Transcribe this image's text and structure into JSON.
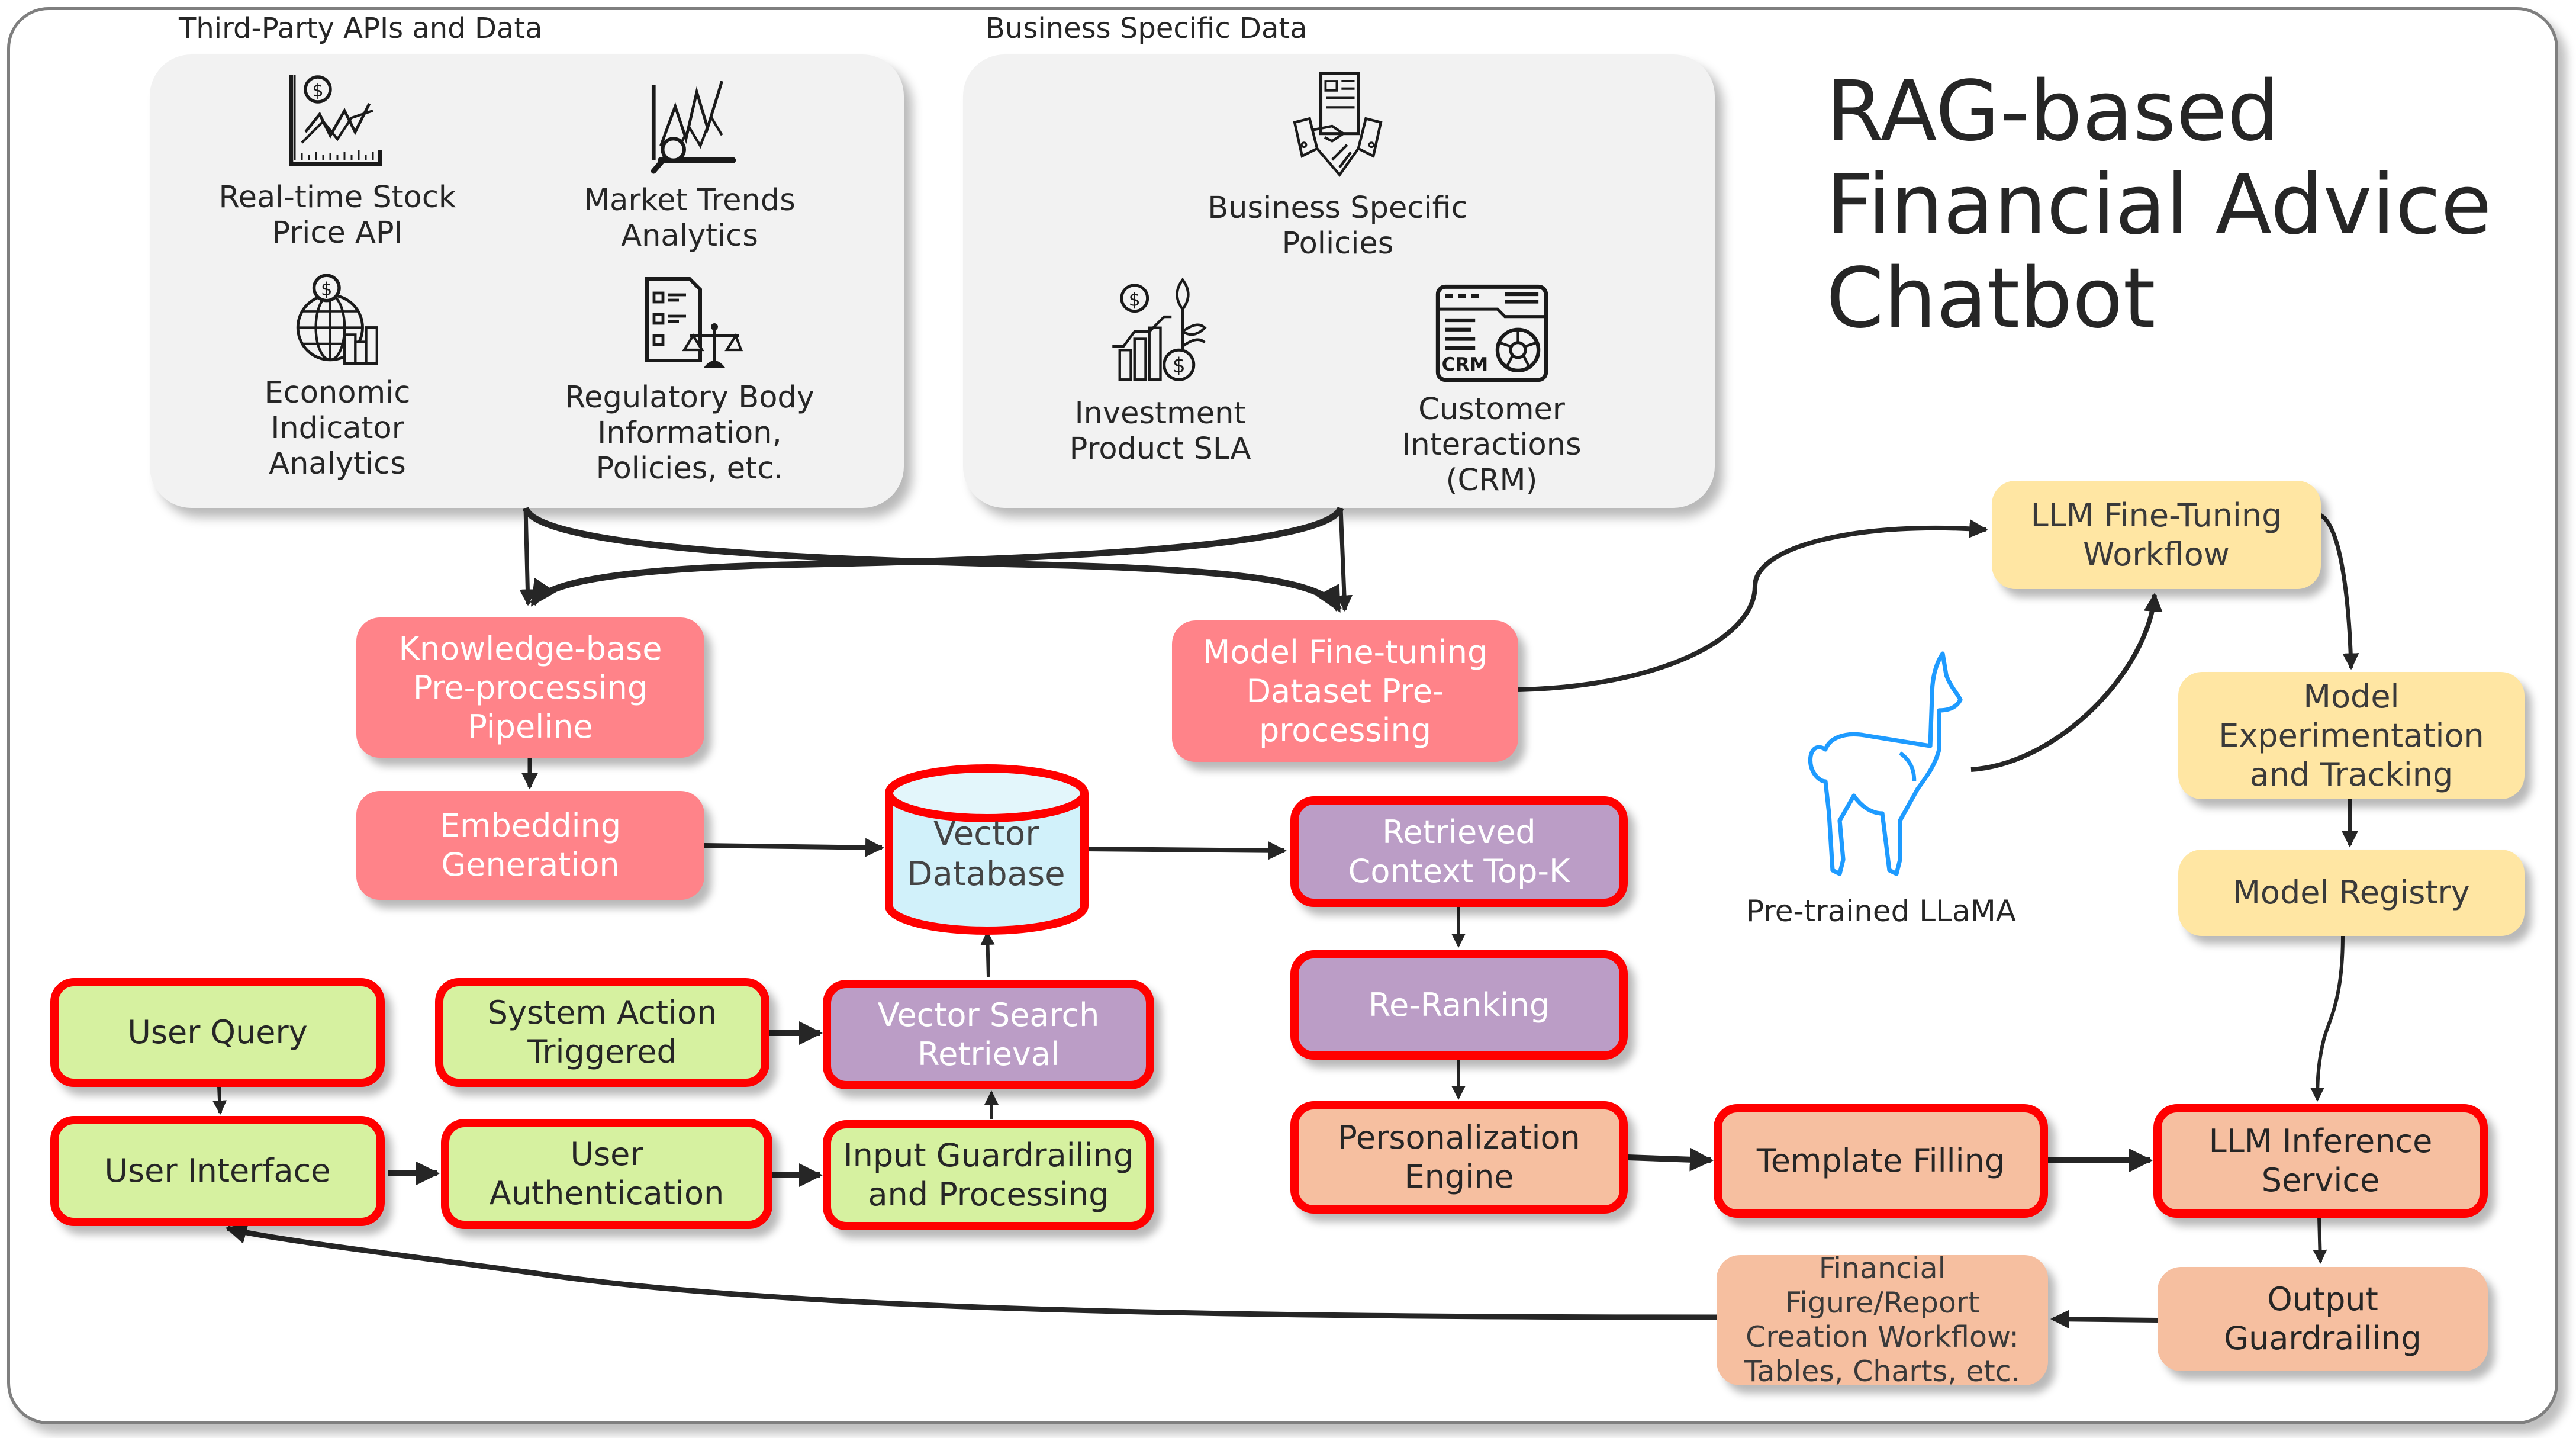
{
  "title": {
    "lines": [
      "RAG-based",
      "Financial Advice",
      "Chatbot"
    ]
  },
  "groups": {
    "third_party": {
      "label": "Third-Party APIs and Data",
      "items": [
        {
          "icon": "stock-chart-icon",
          "lines": [
            "Real-time Stock",
            "Price API"
          ]
        },
        {
          "icon": "market-trends-icon",
          "lines": [
            "Market Trends",
            "Analytics"
          ]
        },
        {
          "icon": "globe-dollar-icon",
          "lines": [
            "Economic",
            "Indicator",
            "Analytics"
          ]
        },
        {
          "icon": "regulatory-scales-icon",
          "lines": [
            "Regulatory Body",
            "Information,",
            "Policies, etc."
          ]
        }
      ]
    },
    "business": {
      "label": "Business Specific Data",
      "items": [
        {
          "icon": "handshake-document-icon",
          "lines": [
            "Business Specific",
            "Policies"
          ]
        },
        {
          "icon": "investment-growth-icon",
          "lines": [
            "Investment",
            "Product SLA"
          ]
        },
        {
          "icon": "crm-icon",
          "lines": [
            "Customer",
            "Interactions",
            "(CRM)"
          ]
        }
      ]
    }
  },
  "nodes": {
    "kb_preprocessing": {
      "lines": [
        "Knowledge-base",
        "Pre-processing",
        "Pipeline"
      ]
    },
    "embedding": {
      "lines": [
        "Embedding",
        "Generation"
      ]
    },
    "finetune_dataset": {
      "lines": [
        "Model Fine-tuning",
        "Dataset Pre-",
        "processing"
      ]
    },
    "vector_db": {
      "lines": [
        "Vector",
        "Database"
      ]
    },
    "retrieved_context": {
      "lines": [
        "Retrieved",
        "Context Top-K"
      ]
    },
    "re_ranking": {
      "lines": [
        "Re-Ranking"
      ]
    },
    "personalization": {
      "lines": [
        "Personalization",
        "Engine"
      ]
    },
    "template_filling": {
      "lines": [
        "Template Filling"
      ]
    },
    "llm_inference": {
      "lines": [
        "LLM Inference",
        "Service"
      ]
    },
    "output_guardrailing": {
      "lines": [
        "Output",
        "Guardrailing"
      ]
    },
    "financial_figure": {
      "lines": [
        "Financial",
        "Figure/Report",
        "Creation Workflow:",
        "Tables, Charts, etc."
      ]
    },
    "llm_finetuning": {
      "lines": [
        "LLM Fine-Tuning",
        "Workflow"
      ]
    },
    "model_experimentation": {
      "lines": [
        "Model",
        "Experimentation",
        "and Tracking"
      ]
    },
    "model_registry": {
      "lines": [
        "Model Registry"
      ]
    },
    "user_query": {
      "lines": [
        "User Query"
      ]
    },
    "user_interface": {
      "lines": [
        "User Interface"
      ]
    },
    "system_action": {
      "lines": [
        "System Action",
        "Triggered"
      ]
    },
    "user_authentication": {
      "lines": [
        "User",
        "Authentication"
      ]
    },
    "vector_search": {
      "lines": [
        "Vector Search",
        "Retrieval"
      ]
    },
    "input_guardrailing": {
      "lines": [
        "Input Guardrailing",
        "and Processing"
      ]
    }
  },
  "llama": {
    "label": "Pre-trained LLaMA",
    "icon": "llama-icon"
  },
  "colors": {
    "pink": "#ff8389",
    "yellow": "#ffe6a3",
    "green": "#d6f1a0",
    "purple": "#bb9dc6",
    "peach": "#f6bfa0",
    "highlight_border": "#ff0000",
    "cylinder": "#d1f1fa",
    "llama": "#1e9bff",
    "arrow": "#262626"
  }
}
